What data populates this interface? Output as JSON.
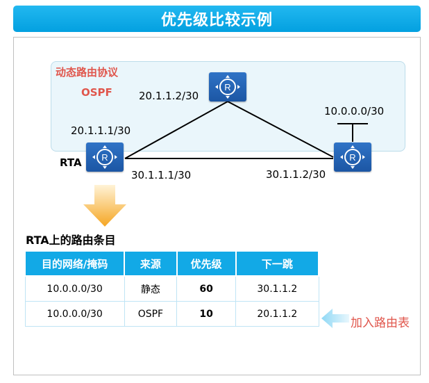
{
  "title": "优先级比较示例",
  "region": {
    "name": "动态路由协议",
    "protocol": "OSPF"
  },
  "nodes": {
    "rta_label": "RTA",
    "rta_top_ip": "20.1.1.1/30",
    "rta_bottom_ip": "30.1.1.1/30",
    "top_router_ip": "20.1.1.2/30",
    "right_router_net": "10.0.0.0/30",
    "right_router_ip": "30.1.1.2/30"
  },
  "table": {
    "title": "RTA上的路由条目",
    "headers": [
      "目的网络/掩码",
      "来源",
      "优先级",
      "下一跳"
    ],
    "rows": [
      [
        "10.0.0.0/30",
        "静态",
        "60",
        "30.1.1.2"
      ],
      [
        "10.0.0.0/30",
        "OSPF",
        "10",
        "20.1.1.2"
      ]
    ]
  },
  "annotation": "加入路由表",
  "colors": {
    "title_blue": "#03a0e0",
    "router_blue": "#1c56a4",
    "header_blue": "#12a9e6",
    "accent_red": "#e0564c",
    "arrow_orange": "#f5a623"
  }
}
